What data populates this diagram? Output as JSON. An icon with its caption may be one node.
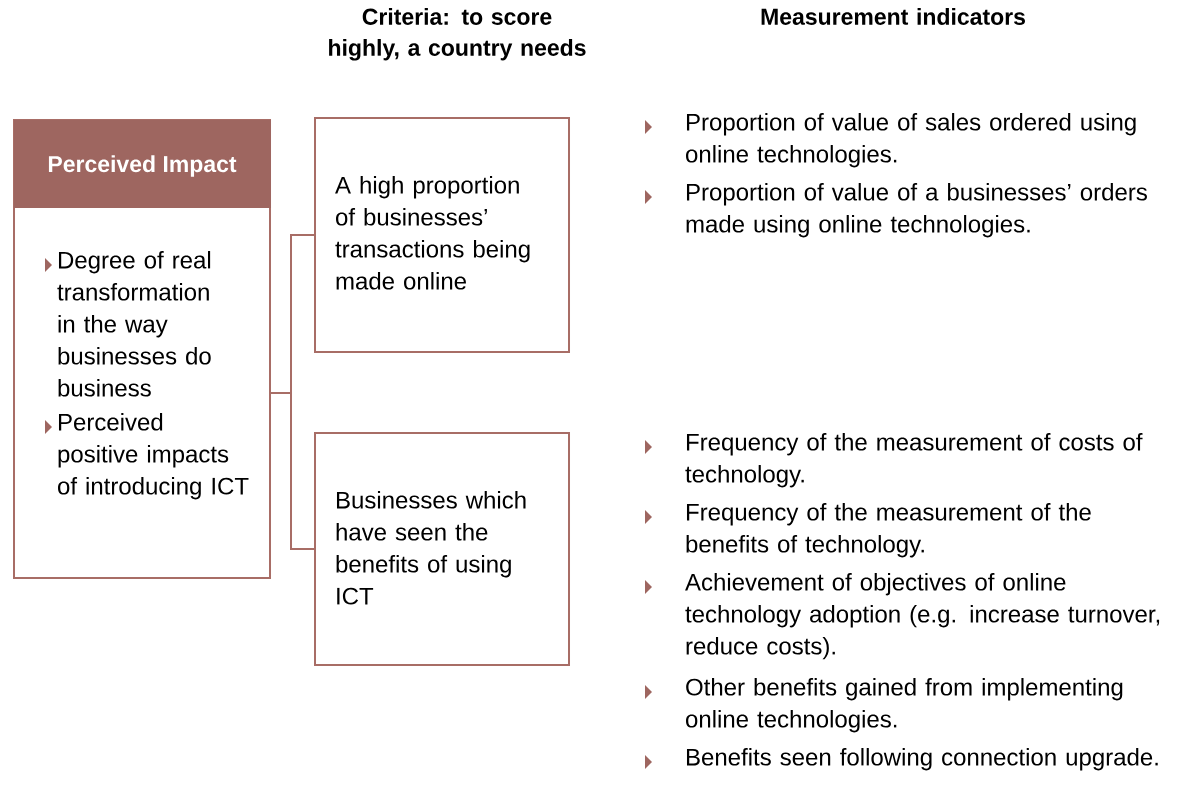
{
  "diagram": {
    "nodes": [
      {
        "text": [
          "Perceived Impact",
          "Degree of real transformation in the way businesses do business",
          "Perceived positive impacts of introducing ICT"
        ]
      },
      {
        "text": [
          "A high proportion of businesses’ transactions being made online"
        ]
      },
      {
        "text": [
          "Businesses which have seen the benefits of using ICT"
        ]
      }
    ],
    "edges": [
      {
        "from": 0,
        "to": 1,
        "arrow": "none"
      },
      {
        "from": 0,
        "to": 2,
        "arrow": "none"
      }
    ],
    "labels": [
      "Criteria: to score highly, a country needs",
      "Measurement indicators",
      "Proportion of value of sales ordered using online technologies.",
      "Proportion of value of a businesses’ orders made using online technologies.",
      "Frequency of the measurement of costs of technology.",
      "Frequency of the measurement of the benefits of technology.",
      "Achievement of objectives of online technology adoption (e.g. increase turnover, reduce costs).",
      "Other benefits gained from implementing online technologies.",
      "Benefits seen following connection upgrade."
    ]
  }
}
